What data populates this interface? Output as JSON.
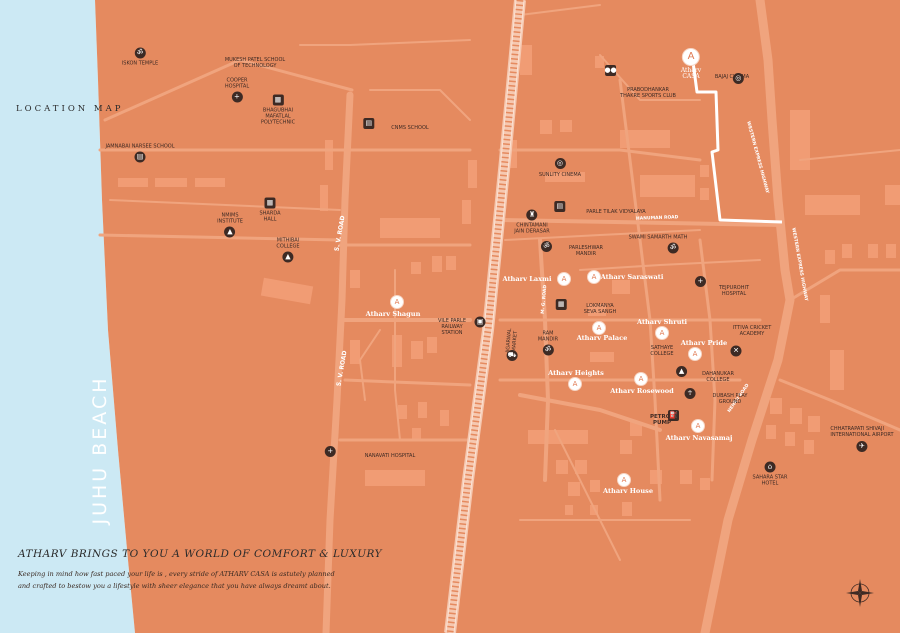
{
  "header": {
    "title": "LOCATION MAP"
  },
  "beach": {
    "label": "JUHU BEACH"
  },
  "footer": {
    "tagline": "ATHARV BRINGS TO YOU A WORLD OF COMFORT & LUXURY",
    "description": "Keeping in mind how fast paced your life is , every stride of ATHARV CASA is astutely planned and crafted to bestow you a lifestyle with sheer elegance that you have always dreamt about."
  },
  "colors": {
    "land": "#e58a5f",
    "sea": "#cce9f4",
    "road": "#f0a47e",
    "block": "#f19c74",
    "icon": "#3d2a24",
    "route": "#ffffff"
  },
  "roads": {
    "sv_road_upper": "S. V. ROAD",
    "sv_road_lower": "S. V. ROAD",
    "mg_road": "M. G. ROAD",
    "western_express_highway": "WESTERN EXPRESS HIGHWAY",
    "western_express_highway_2": "WESTERN EXPRESS HIGHWAY",
    "hanuman_road": "HANUMAN ROAD",
    "nehru_road": "NEHRU ROAD"
  },
  "landmarks": {
    "iskon_temple": "ISKON TEMPLE",
    "mukesh_patel": "MUKESH PATEL SCHOOL\nOF TECHNOLOGY",
    "cooper_hospital": "COOPER\nHOSPITAL",
    "bhagubhai": "BHAGUBHAI\nMAFATLAL\nPOLYTECHNIC",
    "jamnabai": "JAMNABAI NARSEE SCHOOL",
    "nmims": "NMIMS\nINSTITUTE",
    "sharda": "SHARDA\nHALL",
    "mithibai": "MITHIBAI\nCOLLEGE",
    "cnms": "CNMS SCHOOL",
    "nanavati": "NANAVATI HOSPITAL",
    "vile_parle_station": "VILE PARLE\nRAILWAY\nSTATION",
    "bajaj_cinema": "BAJAJ CINEMA",
    "prabodhankar": "PRABODHANKAR\nTHAKRE SPORTS CLUB",
    "sunlity_cinema": "SUNLITY CINEMA",
    "parle_tilak": "PARLE TILAK VIDYALAYA",
    "chintamani": "CHINTAMANI\nJAIN DERASAR",
    "parleshwar": "PARLESHWAR\nMANDIR",
    "swami_samarth": "SWAMI SAMARTH MATH",
    "lokmanya": "LOKMANYA\nSEVA SANGH",
    "ram_mandir": "RAM\nMANDIR",
    "agarwal_market": "AGARWAL\nMARKET",
    "tejpurohit": "TEJPUROHIT\nHOSPITAL",
    "ittiva": "ITTIVA CRICKET\nACADEMY",
    "sathaye": "SATHAYE\nCOLLEGE",
    "dahanukar": "DAHANUKAR\nCOLLEGE",
    "dubash": "DUBASH PLAY\nGROUND",
    "petrol_pump": "PETROL\nPUMP",
    "sahara": "SAHARA STAR\nHOTEL",
    "airport": "CHHATRAPATI SHIVAJI\nINTERNATIONAL AIRPORT"
  },
  "projects": {
    "casa": "Atharv\nCASA",
    "laxmi": "Atharv Laxmi",
    "saraswati": "Atharv Saraswati",
    "shagun": "Atharv Shagun",
    "palace": "Atharv Palace",
    "shruti": "Atharv Shruti",
    "pride": "Atharv Pride",
    "heights": "Atharv Heights",
    "rosewood": "Atharv Rosewood",
    "navasamaj": "Atharv Navasamaj",
    "house": "Atharv House"
  }
}
